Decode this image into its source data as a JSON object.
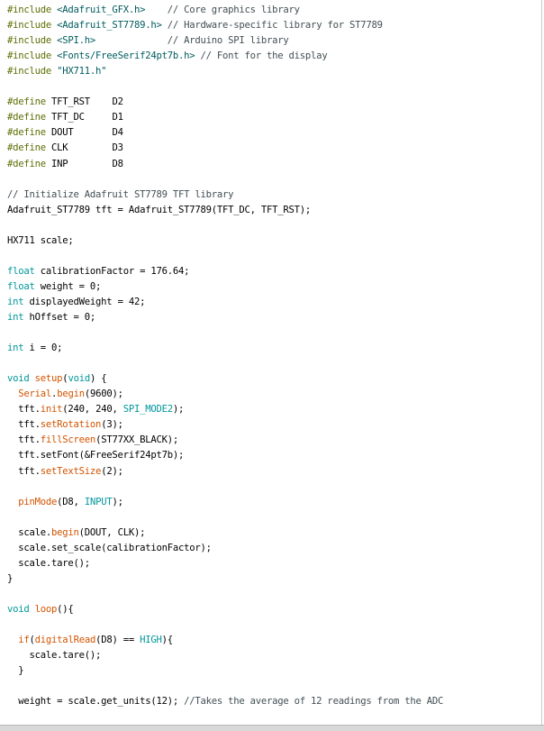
{
  "code": {
    "lines": [
      [
        {
          "t": "#include ",
          "c": "dir"
        },
        {
          "t": "<Adafruit_GFX.h>",
          "c": "str"
        },
        {
          "t": "    ",
          "c": "txt"
        },
        {
          "t": "// Core graphics library",
          "c": "cmt"
        }
      ],
      [
        {
          "t": "#include ",
          "c": "dir"
        },
        {
          "t": "<Adafruit_ST7789.h>",
          "c": "str"
        },
        {
          "t": " ",
          "c": "txt"
        },
        {
          "t": "// Hardware-specific library for ST7789",
          "c": "cmt"
        }
      ],
      [
        {
          "t": "#include ",
          "c": "dir"
        },
        {
          "t": "<SPI.h>",
          "c": "str"
        },
        {
          "t": "             ",
          "c": "txt"
        },
        {
          "t": "// Arduino SPI library",
          "c": "cmt"
        }
      ],
      [
        {
          "t": "#include ",
          "c": "dir"
        },
        {
          "t": "<Fonts/FreeSerif24pt7b.h>",
          "c": "str"
        },
        {
          "t": " ",
          "c": "txt"
        },
        {
          "t": "// Font for the display",
          "c": "cmt"
        }
      ],
      [
        {
          "t": "#include ",
          "c": "dir"
        },
        {
          "t": "\"HX711.h\"",
          "c": "str"
        }
      ],
      [],
      [
        {
          "t": "#define ",
          "c": "dir"
        },
        {
          "t": "TFT_RST    D2",
          "c": "txt"
        }
      ],
      [
        {
          "t": "#define ",
          "c": "dir"
        },
        {
          "t": "TFT_DC     D1",
          "c": "txt"
        }
      ],
      [
        {
          "t": "#define ",
          "c": "dir"
        },
        {
          "t": "DOUT       D4",
          "c": "txt"
        }
      ],
      [
        {
          "t": "#define ",
          "c": "dir"
        },
        {
          "t": "CLK        D3",
          "c": "txt"
        }
      ],
      [
        {
          "t": "#define ",
          "c": "dir"
        },
        {
          "t": "INP        D8",
          "c": "txt"
        }
      ],
      [],
      [
        {
          "t": "// Initialize Adafruit ST7789 TFT library",
          "c": "cmt"
        }
      ],
      [
        {
          "t": "Adafruit_ST7789 tft = Adafruit_ST7789(TFT_DC, TFT_RST);",
          "c": "txt"
        }
      ],
      [],
      [
        {
          "t": "HX711 scale;",
          "c": "txt"
        }
      ],
      [],
      [
        {
          "t": "float",
          "c": "kw"
        },
        {
          "t": " calibrationFactor = 176.64;",
          "c": "txt"
        }
      ],
      [
        {
          "t": "float",
          "c": "kw"
        },
        {
          "t": " weight = 0;",
          "c": "txt"
        }
      ],
      [
        {
          "t": "int",
          "c": "kw"
        },
        {
          "t": " displayedWeight = 42;",
          "c": "txt"
        }
      ],
      [
        {
          "t": "int",
          "c": "kw"
        },
        {
          "t": " hOffset = 0;",
          "c": "txt"
        }
      ],
      [],
      [
        {
          "t": "int",
          "c": "kw"
        },
        {
          "t": " i = 0;",
          "c": "txt"
        }
      ],
      [],
      [
        {
          "t": "void",
          "c": "kw"
        },
        {
          "t": " ",
          "c": "txt"
        },
        {
          "t": "setup",
          "c": "fn"
        },
        {
          "t": "(",
          "c": "txt"
        },
        {
          "t": "void",
          "c": "kw"
        },
        {
          "t": ") {",
          "c": "txt"
        }
      ],
      [
        {
          "t": "  ",
          "c": "txt"
        },
        {
          "t": "Serial",
          "c": "fn"
        },
        {
          "t": ".",
          "c": "txt"
        },
        {
          "t": "begin",
          "c": "fn"
        },
        {
          "t": "(9600);",
          "c": "txt"
        }
      ],
      [
        {
          "t": "  tft.",
          "c": "txt"
        },
        {
          "t": "init",
          "c": "fn"
        },
        {
          "t": "(240, 240, ",
          "c": "txt"
        },
        {
          "t": "SPI_MODE2",
          "c": "kw"
        },
        {
          "t": ");",
          "c": "txt"
        }
      ],
      [
        {
          "t": "  tft.",
          "c": "txt"
        },
        {
          "t": "setRotation",
          "c": "fn"
        },
        {
          "t": "(3);",
          "c": "txt"
        }
      ],
      [
        {
          "t": "  tft.",
          "c": "txt"
        },
        {
          "t": "fillScreen",
          "c": "fn"
        },
        {
          "t": "(ST77XX_BLACK);",
          "c": "txt"
        }
      ],
      [
        {
          "t": "  tft.setFont(&FreeSerif24pt7b);",
          "c": "txt"
        }
      ],
      [
        {
          "t": "  tft.",
          "c": "txt"
        },
        {
          "t": "setTextSize",
          "c": "fn"
        },
        {
          "t": "(2);",
          "c": "txt"
        }
      ],
      [],
      [
        {
          "t": "  ",
          "c": "txt"
        },
        {
          "t": "pinMode",
          "c": "fn"
        },
        {
          "t": "(D8, ",
          "c": "txt"
        },
        {
          "t": "INPUT",
          "c": "kw"
        },
        {
          "t": ");",
          "c": "txt"
        }
      ],
      [],
      [
        {
          "t": "  scale.",
          "c": "txt"
        },
        {
          "t": "begin",
          "c": "fn"
        },
        {
          "t": "(DOUT, CLK);",
          "c": "txt"
        }
      ],
      [
        {
          "t": "  scale.set_scale(calibrationFactor);",
          "c": "txt"
        }
      ],
      [
        {
          "t": "  scale.tare();",
          "c": "txt"
        }
      ],
      [
        {
          "t": "}",
          "c": "txt"
        }
      ],
      [],
      [
        {
          "t": "void",
          "c": "kw"
        },
        {
          "t": " ",
          "c": "txt"
        },
        {
          "t": "loop",
          "c": "fn"
        },
        {
          "t": "(){",
          "c": "txt"
        }
      ],
      [],
      [
        {
          "t": "  ",
          "c": "txt"
        },
        {
          "t": "if",
          "c": "fn"
        },
        {
          "t": "(",
          "c": "txt"
        },
        {
          "t": "digitalRead",
          "c": "fn"
        },
        {
          "t": "(D8) == ",
          "c": "txt"
        },
        {
          "t": "HIGH",
          "c": "kw"
        },
        {
          "t": "){",
          "c": "txt"
        }
      ],
      [
        {
          "t": "    scale.tare();",
          "c": "txt"
        }
      ],
      [
        {
          "t": "  }",
          "c": "txt"
        }
      ],
      [],
      [
        {
          "t": "  weight = scale.get_units(12); ",
          "c": "txt"
        },
        {
          "t": "//Takes the average of 12 readings from the ADC",
          "c": "cmt"
        }
      ]
    ]
  }
}
